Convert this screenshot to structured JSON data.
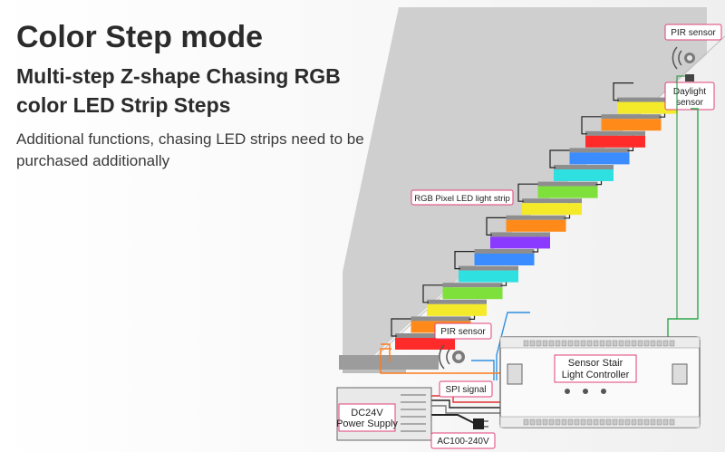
{
  "heading": {
    "title": "Color Step mode",
    "subtitle": "Multi-step Z-shape Chasing RGB color LED Strip Steps",
    "note": "Additional functions,  chasing LED strips need to be purchased additionally"
  },
  "callouts": {
    "pir_top": "PIR sensor",
    "daylight_line1": "Daylight",
    "daylight_line2": "sensor",
    "pixel_strip": "RGB Pixel LED light strip",
    "pir_bottom": "PIR sensor",
    "spi": "SPI signal",
    "psu_line1": "DC24V",
    "psu_line2": "Power Supply",
    "mains": "AC100-240V"
  },
  "controller": {
    "name_line1": "Sensor Stair",
    "name_line2": "Light Controller"
  },
  "colors": {
    "accent_border": "#e0407a",
    "stair_gray": "#cfcfcf",
    "step_colors": [
      "#ff2a2a",
      "#ff8a1a",
      "#f4ea2a",
      "#7ee03a",
      "#2ee0e0",
      "#3a8cff",
      "#8a3aff",
      "#ff8a1a",
      "#f4ea2a",
      "#7ee03a",
      "#2ee0e0",
      "#3a8cff",
      "#ff2a2a",
      "#ff8a1a",
      "#f4ea2a"
    ]
  }
}
